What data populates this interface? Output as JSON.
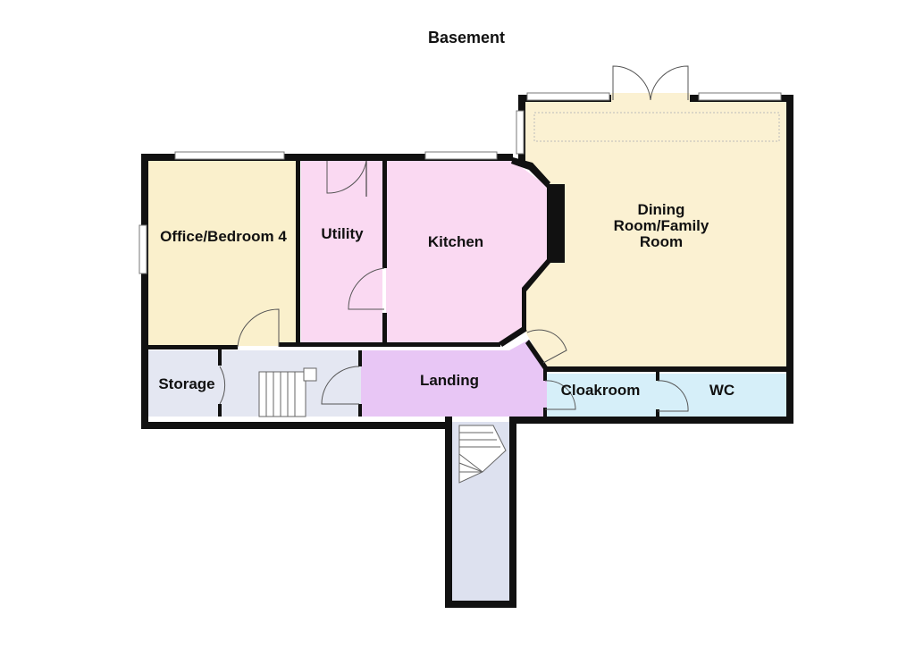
{
  "floor_title": "Basement",
  "rooms": {
    "office": "Office/Bedroom 4",
    "utility": "Utility",
    "kitchen": "Kitchen",
    "dining_line1": "Dining",
    "dining_line2": "Room/Family",
    "dining_line3": "Room",
    "storage": "Storage",
    "landing": "Landing",
    "cloakroom": "Cloakroom",
    "wc": "WC"
  },
  "colors": {
    "bedroom": "#faf0cc",
    "utility_kitchen": "#fad9f2",
    "dining": "#fbf1d2",
    "storage": "#e4e7f2",
    "landing": "#e8c6f5",
    "wc": "#d6eff9",
    "corridor": "#dde1ef",
    "wall": "#111111"
  }
}
